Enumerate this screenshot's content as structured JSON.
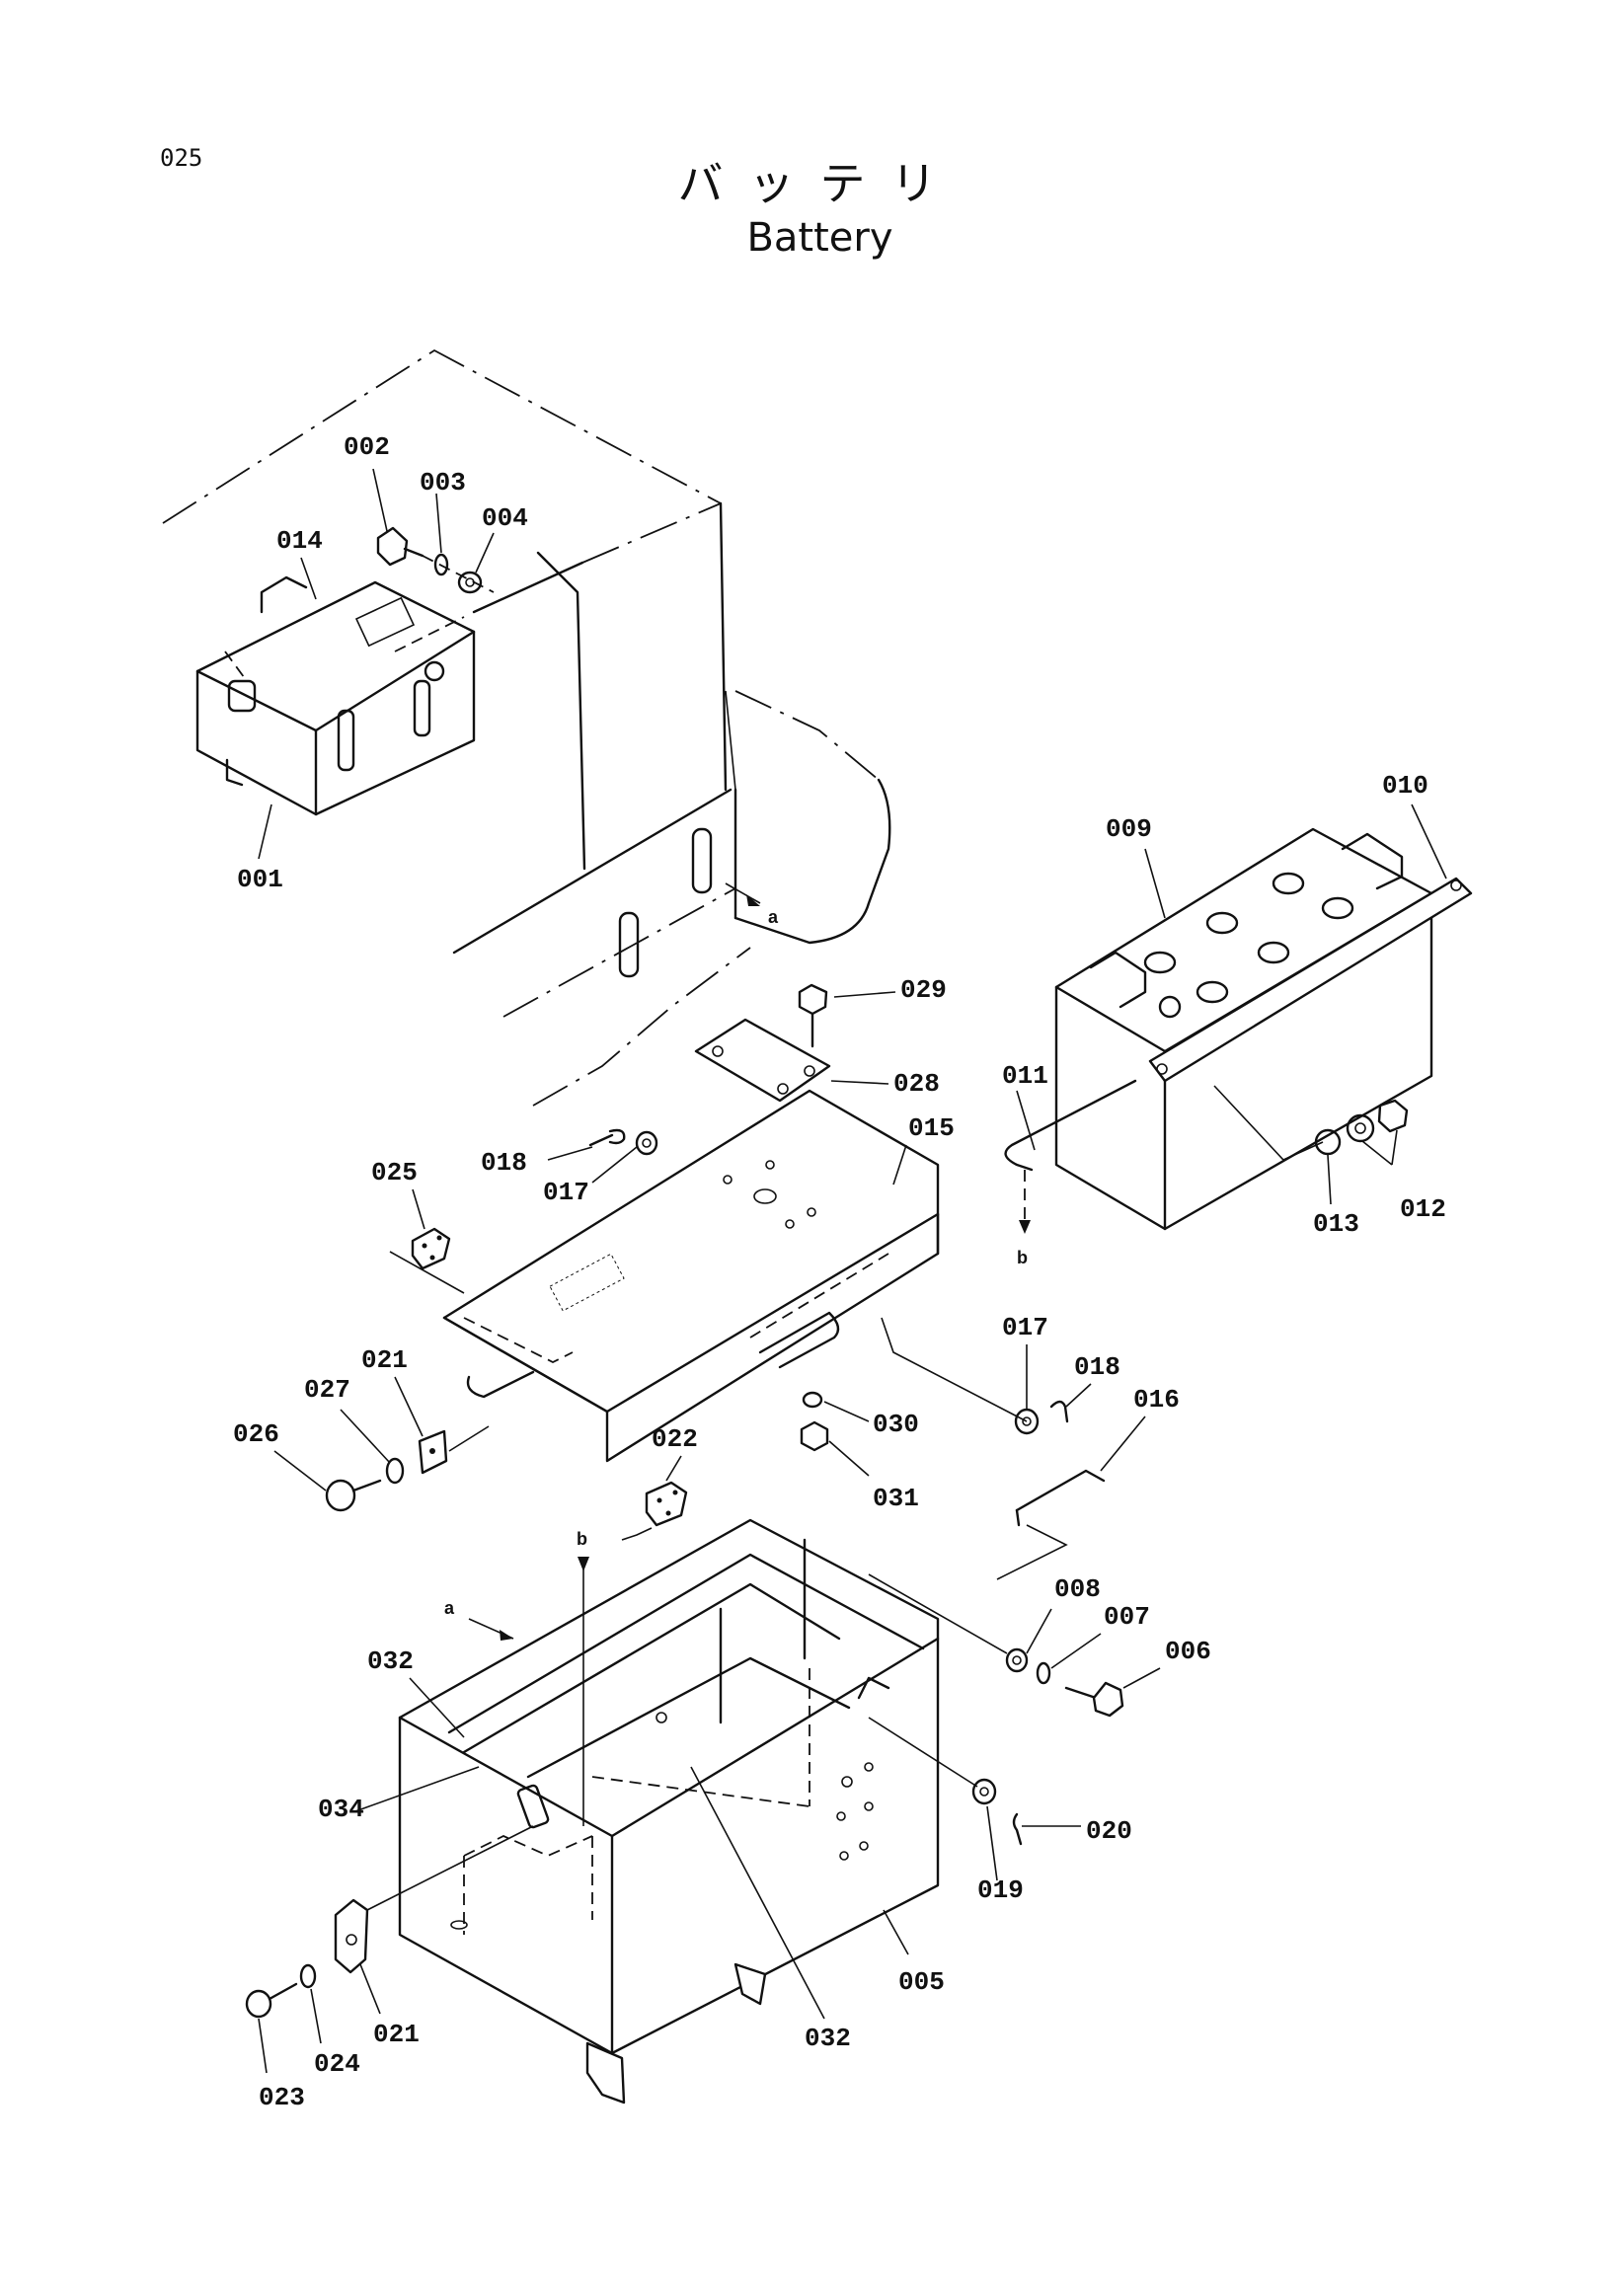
{
  "header": {
    "page_number": "025",
    "title_jp": "バッテリ",
    "title_en": "Battery"
  },
  "callouts": [
    {
      "id": "c002",
      "label": "002"
    },
    {
      "id": "c003",
      "label": "003"
    },
    {
      "id": "c004",
      "label": "004"
    },
    {
      "id": "c014",
      "label": "014"
    },
    {
      "id": "c001",
      "label": "001"
    },
    {
      "id": "c010",
      "label": "010"
    },
    {
      "id": "c009",
      "label": "009"
    },
    {
      "id": "c029",
      "label": "029"
    },
    {
      "id": "c028",
      "label": "028"
    },
    {
      "id": "c011",
      "label": "011"
    },
    {
      "id": "c015",
      "label": "015"
    },
    {
      "id": "c025",
      "label": "025"
    },
    {
      "id": "c018a",
      "label": "018"
    },
    {
      "id": "c017a",
      "label": "017"
    },
    {
      "id": "c013",
      "label": "013"
    },
    {
      "id": "c012",
      "label": "012"
    },
    {
      "id": "c017b",
      "label": "017"
    },
    {
      "id": "c018b",
      "label": "018"
    },
    {
      "id": "c016",
      "label": "016"
    },
    {
      "id": "c021a",
      "label": "021"
    },
    {
      "id": "c027",
      "label": "027"
    },
    {
      "id": "c026",
      "label": "026"
    },
    {
      "id": "c030",
      "label": "030"
    },
    {
      "id": "c031",
      "label": "031"
    },
    {
      "id": "c022",
      "label": "022"
    },
    {
      "id": "c008",
      "label": "008"
    },
    {
      "id": "c007",
      "label": "007"
    },
    {
      "id": "c006",
      "label": "006"
    },
    {
      "id": "c032a",
      "label": "032"
    },
    {
      "id": "c034",
      "label": "034"
    },
    {
      "id": "c020",
      "label": "020"
    },
    {
      "id": "c019",
      "label": "019"
    },
    {
      "id": "c005",
      "label": "005"
    },
    {
      "id": "c032b",
      "label": "032"
    },
    {
      "id": "c021b",
      "label": "021"
    },
    {
      "id": "c024",
      "label": "024"
    },
    {
      "id": "c023",
      "label": "023"
    }
  ],
  "reference_marks": [
    {
      "id": "ra1",
      "label": "a"
    },
    {
      "id": "rb1",
      "label": "b"
    },
    {
      "id": "rb2",
      "label": "b"
    },
    {
      "id": "ra2",
      "label": "a"
    }
  ]
}
